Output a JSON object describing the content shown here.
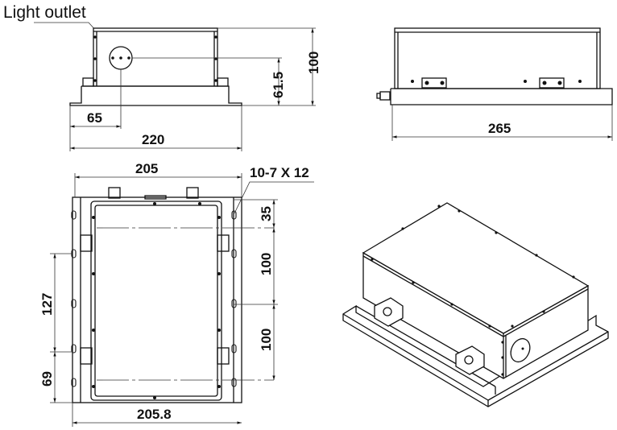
{
  "labels": {
    "light_outlet": "Light outlet",
    "hole_spec": "10-7 X 12"
  },
  "front_view": {
    "height": "100",
    "outlet_height": "61.5",
    "outlet_offset": "65",
    "width": "220"
  },
  "side_view": {
    "length": "265"
  },
  "top_view": {
    "width_top": "205",
    "width_bottom": "205.8",
    "pitch_1": "35",
    "pitch_2": "100",
    "pitch_3": "100",
    "left_1": "127",
    "left_2": "69"
  },
  "colors": {
    "line": "#111111",
    "background": "#ffffff"
  }
}
